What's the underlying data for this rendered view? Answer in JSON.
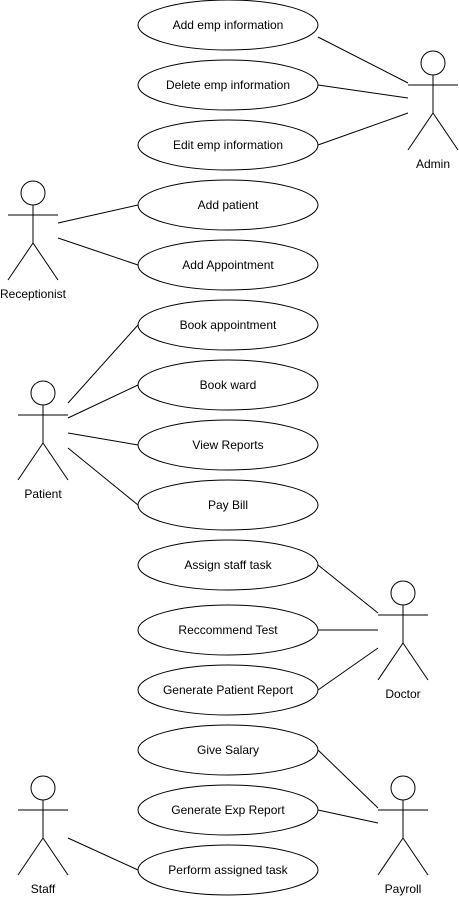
{
  "actors": [
    {
      "id": "admin",
      "label": "Admin"
    },
    {
      "id": "receptionist",
      "label": "Receptionist"
    },
    {
      "id": "patient",
      "label": "Patient"
    },
    {
      "id": "doctor",
      "label": "Doctor"
    },
    {
      "id": "staff",
      "label": "Staff"
    },
    {
      "id": "payroll",
      "label": "Payroll"
    }
  ],
  "use_cases": [
    {
      "id": "add-emp",
      "label": "Add emp information"
    },
    {
      "id": "delete-emp",
      "label": "Delete emp information"
    },
    {
      "id": "edit-emp",
      "label": "Edit emp information"
    },
    {
      "id": "add-patient",
      "label": "Add patient"
    },
    {
      "id": "add-appointment",
      "label": "Add Appointment"
    },
    {
      "id": "book-appointment",
      "label": "Book appointment"
    },
    {
      "id": "book-ward",
      "label": "Book ward"
    },
    {
      "id": "view-reports",
      "label": "View Reports"
    },
    {
      "id": "pay-bill",
      "label": "Pay Bill"
    },
    {
      "id": "assign-staff-task",
      "label": "Assign staff task"
    },
    {
      "id": "recommend-test",
      "label": "Reccommend Test"
    },
    {
      "id": "generate-patient-report",
      "label": "Generate Patient Report"
    },
    {
      "id": "give-salary",
      "label": "Give Salary"
    },
    {
      "id": "generate-exp-report",
      "label": "Generate Exp Report"
    },
    {
      "id": "perform-task",
      "label": "Perform assigned task"
    }
  ],
  "associations": [
    {
      "actor": "admin",
      "use_case": "add-emp"
    },
    {
      "actor": "admin",
      "use_case": "delete-emp"
    },
    {
      "actor": "admin",
      "use_case": "edit-emp"
    },
    {
      "actor": "receptionist",
      "use_case": "add-patient"
    },
    {
      "actor": "receptionist",
      "use_case": "add-appointment"
    },
    {
      "actor": "patient",
      "use_case": "book-appointment"
    },
    {
      "actor": "patient",
      "use_case": "book-ward"
    },
    {
      "actor": "patient",
      "use_case": "view-reports"
    },
    {
      "actor": "patient",
      "use_case": "pay-bill"
    },
    {
      "actor": "doctor",
      "use_case": "assign-staff-task"
    },
    {
      "actor": "doctor",
      "use_case": "recommend-test"
    },
    {
      "actor": "doctor",
      "use_case": "generate-patient-report"
    },
    {
      "actor": "payroll",
      "use_case": "give-salary"
    },
    {
      "actor": "payroll",
      "use_case": "generate-exp-report"
    },
    {
      "actor": "staff",
      "use_case": "perform-task"
    }
  ]
}
